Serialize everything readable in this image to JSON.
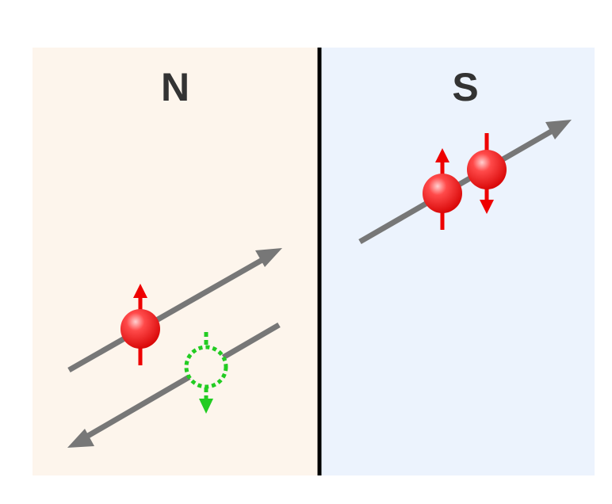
{
  "regions": {
    "normal": {
      "label": "N",
      "fill": "#fdf5ec"
    },
    "superconductor": {
      "label": "S",
      "fill": "#ecf3fd"
    }
  },
  "colors": {
    "interface": "#000000",
    "trajectory": "#777777",
    "electron": "#ff1a1a",
    "spin_arrow": "#ee0000",
    "hole": "#22cc22"
  },
  "particles": {
    "incident_electron": {
      "kind": "electron",
      "spin": "up"
    },
    "reflected_hole": {
      "kind": "hole",
      "spin": "down"
    },
    "cooper_pair_electron_1": {
      "kind": "electron",
      "spin": "up"
    },
    "cooper_pair_electron_2": {
      "kind": "electron",
      "spin": "down"
    }
  }
}
